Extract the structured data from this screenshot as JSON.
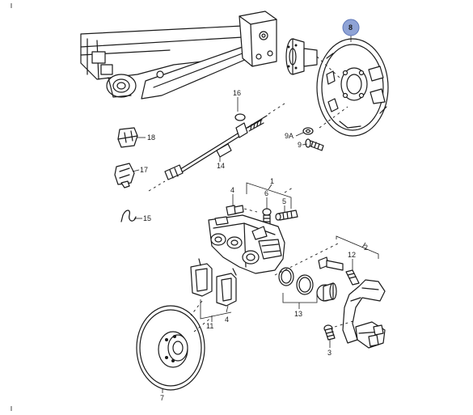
{
  "diagram": {
    "labels": {
      "p1": "1",
      "p2": "2",
      "p3": "3",
      "p4a": "4",
      "p4b": "4",
      "p5": "5",
      "p6": "6",
      "p7": "7",
      "p8": "8",
      "p9": "9",
      "p9a": "9A",
      "p11": "11",
      "p12": "12",
      "p13": "13",
      "p14": "14",
      "p15": "15",
      "p16": "16",
      "p17": "17",
      "p18": "18"
    },
    "highlight_color": "#8fa3d6",
    "line_color": "#1a1a1a"
  }
}
